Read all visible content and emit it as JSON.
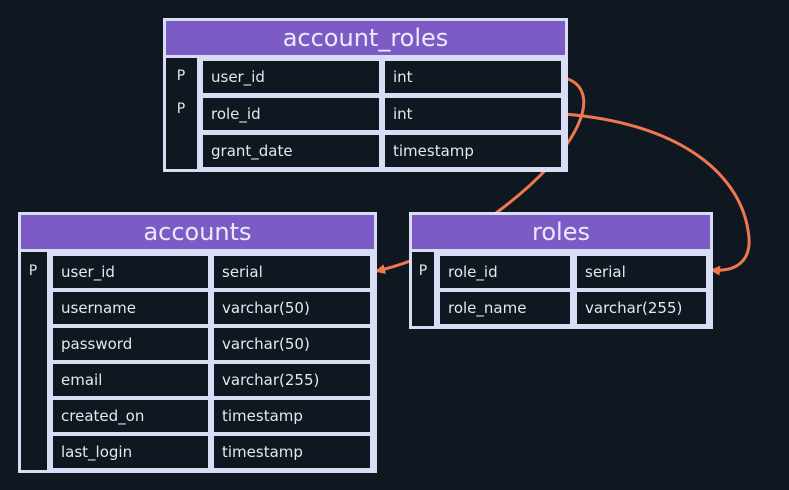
{
  "tables": {
    "account_roles": {
      "name": "account_roles",
      "rows": [
        {
          "pk": "P",
          "column": "user_id",
          "type": "int"
        },
        {
          "pk": "P",
          "column": "role_id",
          "type": "int"
        },
        {
          "pk": "",
          "column": "grant_date",
          "type": "timestamp"
        }
      ]
    },
    "accounts": {
      "name": "accounts",
      "rows": [
        {
          "pk": "P",
          "column": "user_id",
          "type": "serial"
        },
        {
          "pk": "",
          "column": "username",
          "type": "varchar(50)"
        },
        {
          "pk": "",
          "column": "password",
          "type": "varchar(50)"
        },
        {
          "pk": "",
          "column": "email",
          "type": "varchar(255)"
        },
        {
          "pk": "",
          "column": "created_on",
          "type": "timestamp"
        },
        {
          "pk": "",
          "column": "last_login",
          "type": "timestamp"
        }
      ]
    },
    "roles": {
      "name": "roles",
      "rows": [
        {
          "pk": "P",
          "column": "role_id",
          "type": "serial"
        },
        {
          "pk": "",
          "column": "role_name",
          "type": "varchar(255)"
        }
      ]
    }
  },
  "relations": [
    {
      "from": "account_roles.user_id",
      "to": "accounts.user_id"
    },
    {
      "from": "account_roles.role_id",
      "to": "roles.role_id"
    }
  ],
  "colors": {
    "background": "#0f1720",
    "border": "#d9dcf5",
    "header": "#7c5cc4",
    "arrow": "#f07850"
  }
}
